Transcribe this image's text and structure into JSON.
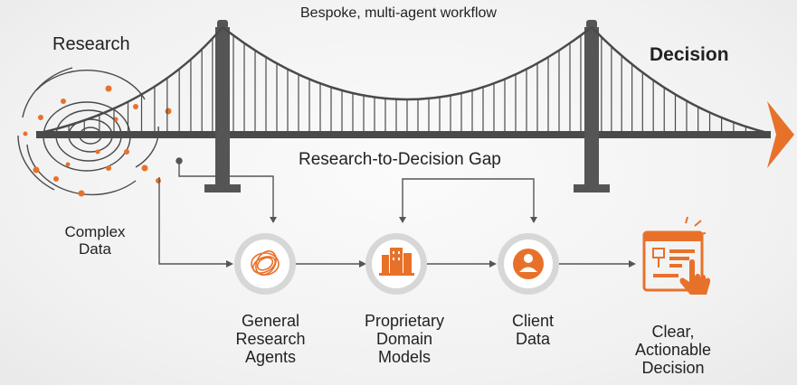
{
  "workflow_title": "Bespoke, multi-agent workflow",
  "left_label": "Research",
  "right_label": "Decision",
  "gap_label": "Research-to-Decision Gap",
  "input_label": {
    "line1": "Complex",
    "line2": "Data"
  },
  "steps": [
    {
      "line1": "General",
      "line2": "Research",
      "line3": "Agents"
    },
    {
      "line1": "Proprietary",
      "line2": "Domain",
      "line3": "Models"
    },
    {
      "line1": "Client",
      "line2": "Data"
    }
  ],
  "outcome": {
    "line1": "Clear,",
    "line2": "Actionable",
    "line3": "Decision"
  },
  "colors": {
    "accent": "#e8712a",
    "structure": "#4a4a4a",
    "text": "#222222"
  }
}
